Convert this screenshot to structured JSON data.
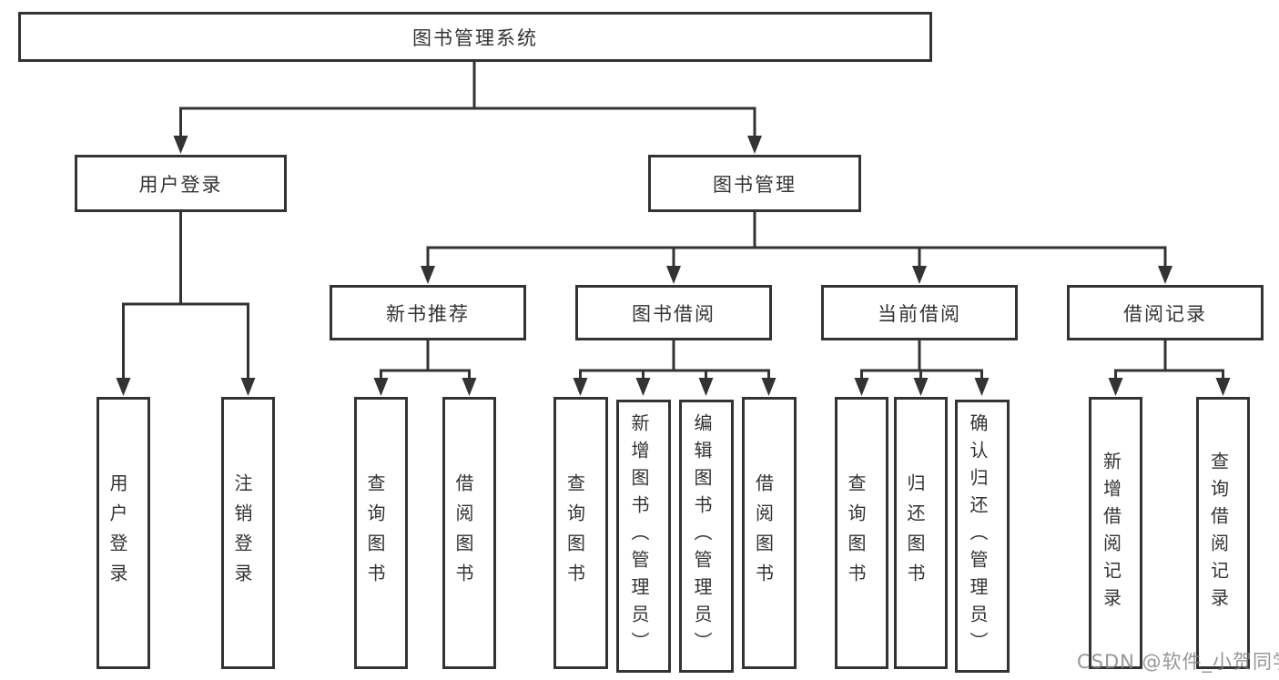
{
  "colors": {
    "line": "#333333",
    "box_border": "#333333",
    "background": "#ffffff",
    "watermark": "#808080"
  },
  "watermark": {
    "text": "CSDN @软件_小贺同学"
  },
  "nodes": {
    "root": "图书管理系统",
    "user_login": "用户登录",
    "book_mgmt": "图书管理",
    "new_book_rec": "新书推荐",
    "book_borrow": "图书借阅",
    "current_borrow": "当前借阅",
    "borrow_records": "借阅记录",
    "leaves": {
      "user_login_leaf": "用户登录",
      "logout": "注销登录",
      "rec_query_book": "查询图书",
      "rec_borrow_book": "借阅图书",
      "bor_query_book": "查询图书",
      "bor_add_book": "新增图书（管理员）",
      "bor_edit_book": "编辑图书（管理员）",
      "bor_borrow_book": "借阅图书",
      "cur_query_book": "查询图书",
      "cur_return_book": "归还图书",
      "cur_confirm_return": "确认归还（管理员）",
      "log_add_record": "新增借阅记录",
      "log_query_record": "查询借阅记录"
    }
  }
}
